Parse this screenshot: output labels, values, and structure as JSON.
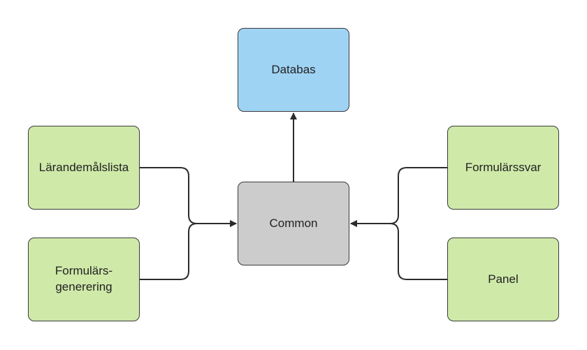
{
  "nodes": {
    "databas": {
      "label": "Databas",
      "color": "#9fd3f4"
    },
    "common": {
      "label": "Common",
      "color": "#cccccc"
    },
    "larandemalslista": {
      "label": "Lärandemålslista",
      "color": "#cfe9a9"
    },
    "formularsgenerering": {
      "label": "Formulärs-\ngenerering",
      "color": "#cfe9a9"
    },
    "formularssvar": {
      "label": "Formulärssvar",
      "color": "#cfe9a9"
    },
    "panel": {
      "label": "Panel",
      "color": "#cfe9a9"
    }
  },
  "edges": [
    {
      "from": "Common",
      "to": "Databas"
    },
    {
      "from": "Lärandemålslista",
      "to": "Common"
    },
    {
      "from": "Formulärs-\ngenerering",
      "to": "Common"
    },
    {
      "from": "Formulärssvar",
      "to": "Common"
    },
    {
      "from": "Panel",
      "to": "Common"
    }
  ],
  "colors": {
    "line": "#2b2b2b",
    "border": "#3a3a3a"
  }
}
